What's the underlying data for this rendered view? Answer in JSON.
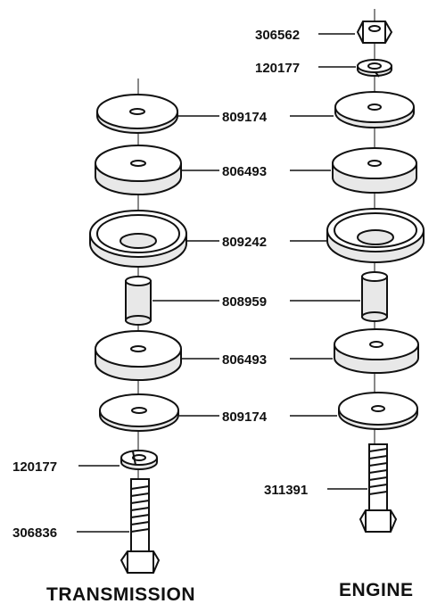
{
  "diagram": {
    "headings": {
      "left": "TRANSMISSION",
      "right": "ENGINE"
    },
    "part_numbers": {
      "engine_nut": "306562",
      "engine_lockwasher": "120177",
      "top_washer": "809174",
      "top_cushion": "806493",
      "retainer_cup": "809242",
      "spacer_sleeve": "808959",
      "bottom_cushion": "806493",
      "bottom_washer": "809174",
      "transmission_lockwasher": "120177",
      "engine_bolt": "311391",
      "transmission_bolt": "306836"
    },
    "colors": {
      "ink": "#111111",
      "paper": "#ffffff",
      "shade": "#e8e8e8"
    }
  }
}
